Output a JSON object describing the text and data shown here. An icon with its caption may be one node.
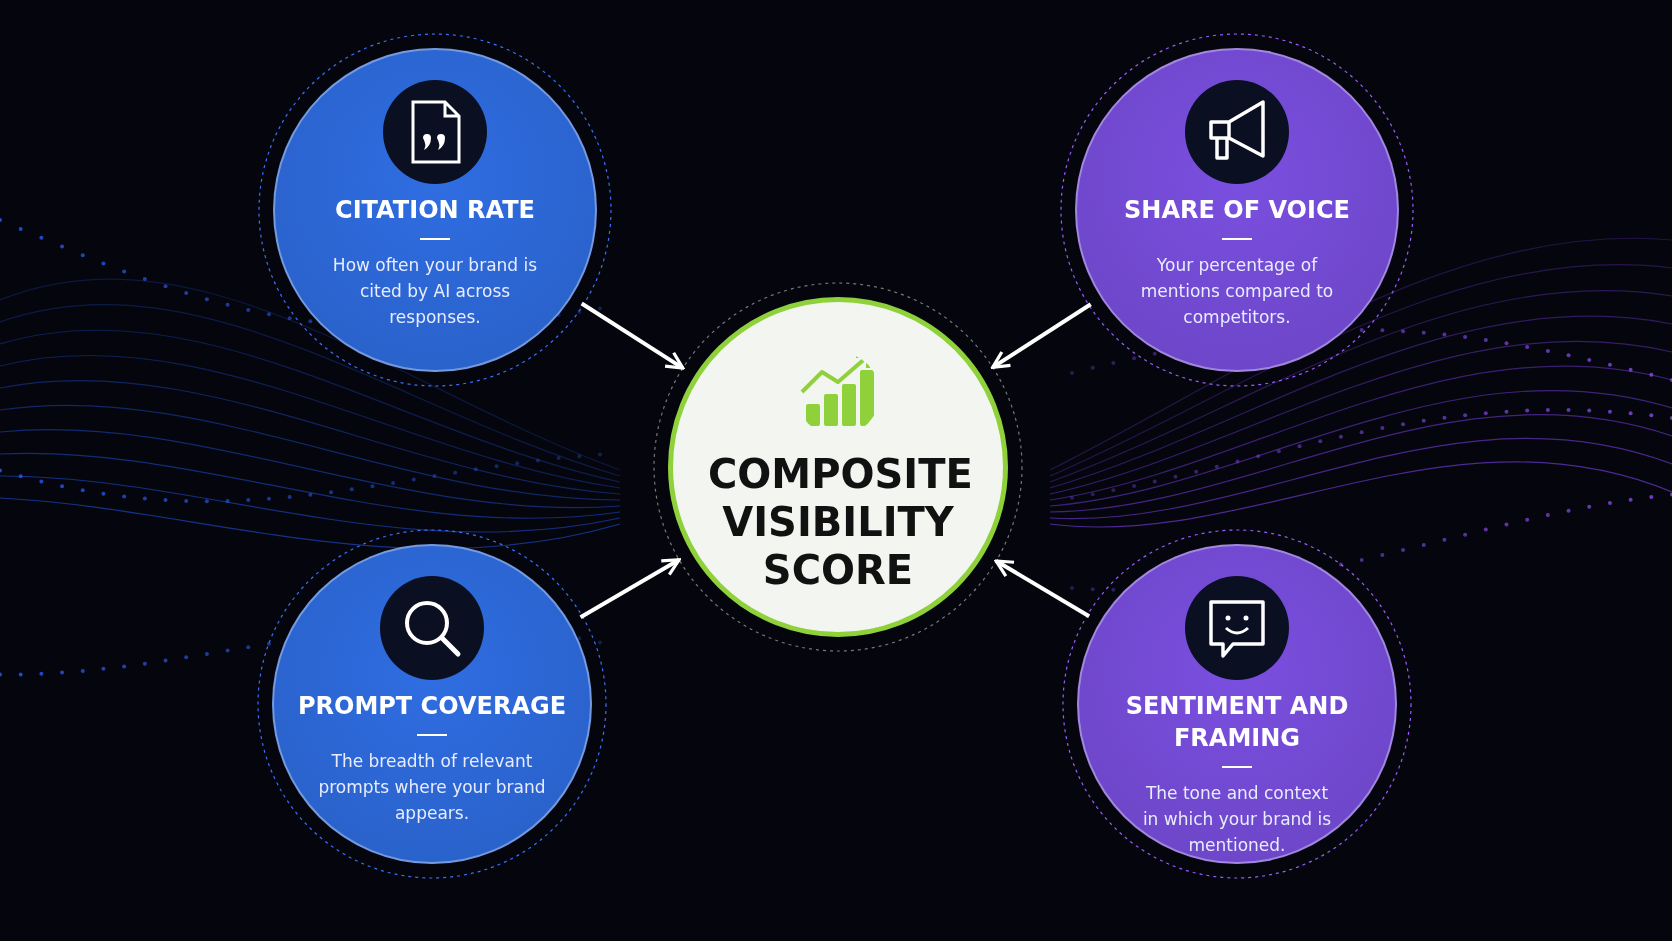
{
  "diagram": {
    "nodes": [
      {
        "text": [
          "CITATION RATE",
          "How often your brand is cited by AI across responses."
        ]
      },
      {
        "text": [
          "SHARE OF VOICE",
          "Your percentage of mentions compared to competitors."
        ]
      },
      {
        "text": [
          "COMPOSITE VISIBILITY SCORE"
        ]
      },
      {
        "text": [
          "PROMPT COVERAGE",
          "The breadth of relevant prompts where your brand appears."
        ]
      },
      {
        "text": [
          "SENTIMENT AND FRAMING",
          "The tone and context in which your brand is mentioned."
        ]
      }
    ],
    "edges": [
      {
        "from": 0,
        "to": 2,
        "arrow": "to"
      },
      {
        "from": 1,
        "to": 2,
        "arrow": "to"
      },
      {
        "from": 3,
        "to": 2,
        "arrow": "to"
      },
      {
        "from": 4,
        "to": 2,
        "arrow": "to"
      }
    ]
  }
}
